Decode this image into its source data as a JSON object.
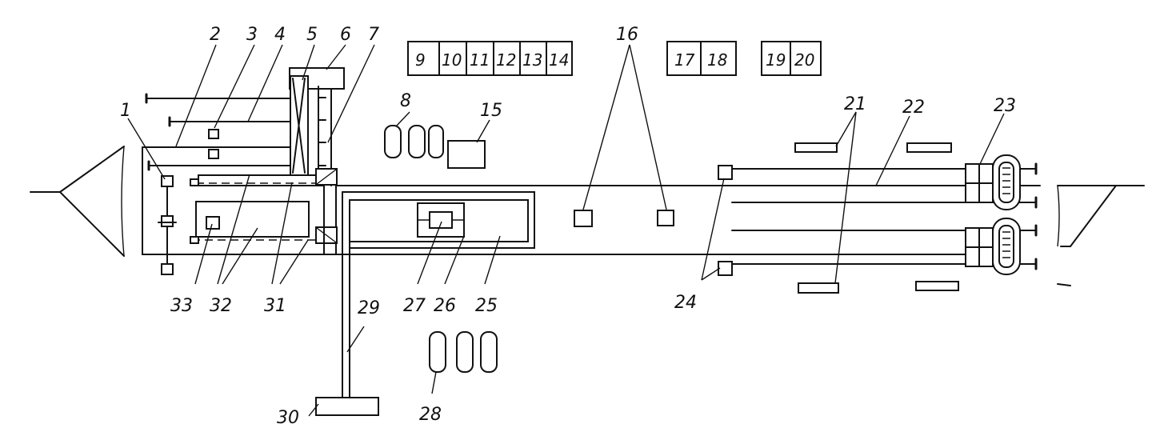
{
  "labels": {
    "l1": "1",
    "l2": "2",
    "l3": "3",
    "l4": "4",
    "l5": "5",
    "l6": "6",
    "l7": "7",
    "l8": "8",
    "l15": "15",
    "l16": "16",
    "l21": "21",
    "l22": "22",
    "l23": "23",
    "l24": "24",
    "l25": "25",
    "l26": "26",
    "l27": "27",
    "l28": "28",
    "l29": "29",
    "l30": "30",
    "l31": "31",
    "l32": "32",
    "l33": "33"
  },
  "panel_a": [
    "9",
    "10",
    "11",
    "12",
    "13",
    "14"
  ],
  "panel_b": [
    "17",
    "18"
  ],
  "panel_c": [
    "19",
    "20"
  ]
}
